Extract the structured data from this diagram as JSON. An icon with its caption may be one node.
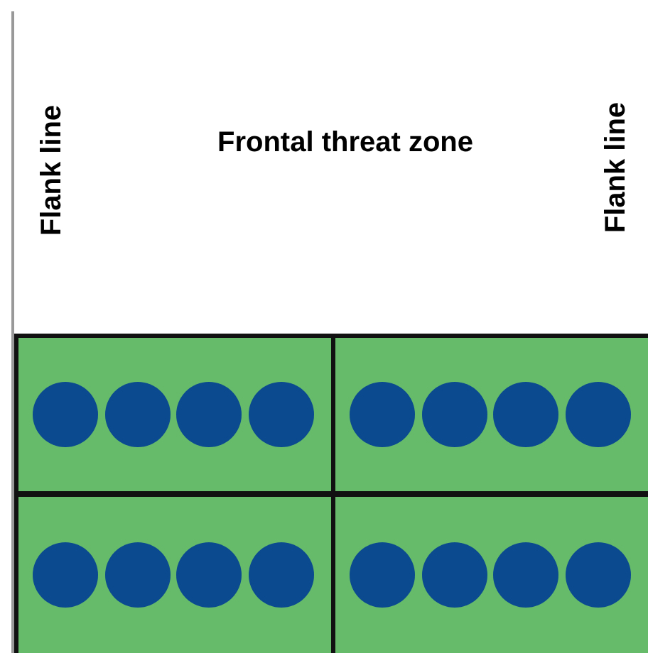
{
  "diagram": {
    "nodes": [
      {
        "text": [],
        "shape": "box"
      },
      {
        "text": [],
        "shape": "circle",
        "in": 0
      },
      {
        "text": [],
        "shape": "circle",
        "in": 0
      },
      {
        "text": [],
        "shape": "circle",
        "in": 0
      },
      {
        "text": [],
        "shape": "circle",
        "in": 0
      },
      {
        "text": [],
        "shape": "box"
      },
      {
        "text": [],
        "shape": "circle",
        "in": 5
      },
      {
        "text": [],
        "shape": "circle",
        "in": 5
      },
      {
        "text": [],
        "shape": "circle",
        "in": 5
      },
      {
        "text": [],
        "shape": "circle",
        "in": 5
      },
      {
        "text": [],
        "shape": "box"
      },
      {
        "text": [],
        "shape": "circle",
        "in": 10
      },
      {
        "text": [],
        "shape": "circle",
        "in": 10
      },
      {
        "text": [],
        "shape": "circle",
        "in": 10
      },
      {
        "text": [],
        "shape": "circle",
        "in": 10
      },
      {
        "text": [],
        "shape": "box"
      },
      {
        "text": [],
        "shape": "circle",
        "in": 15
      },
      {
        "text": [],
        "shape": "circle",
        "in": 15
      },
      {
        "text": [],
        "shape": "circle",
        "in": 15
      },
      {
        "text": [],
        "shape": "circle",
        "in": 15
      }
    ],
    "labels": [
      "Flank line",
      "Frontal threat zone",
      "Flank line"
    ]
  }
}
